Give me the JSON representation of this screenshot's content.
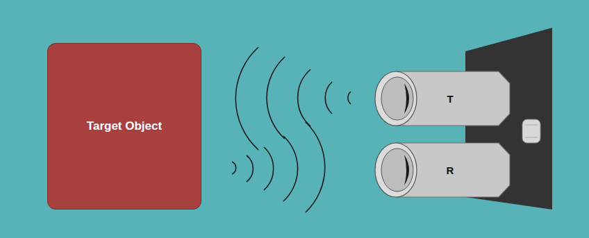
{
  "diagram": {
    "nodes": [
      {
        "text": [
          "Target Object"
        ]
      },
      {
        "text": [
          "T"
        ]
      },
      {
        "text": [
          "R"
        ]
      }
    ]
  }
}
